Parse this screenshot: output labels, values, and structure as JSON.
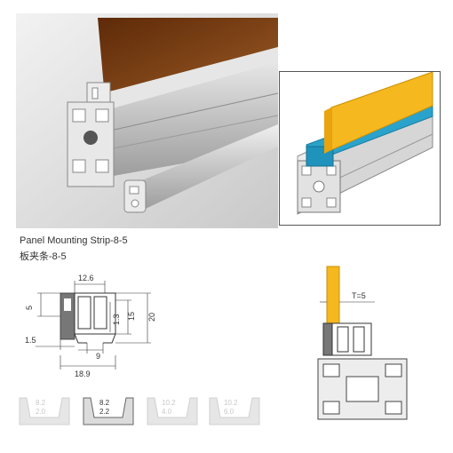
{
  "product": {
    "title_en": "Panel Mounting Strip-8-5",
    "title_cn": "板夹条-8-5"
  },
  "dimensions": {
    "top_width": "12.6",
    "left_height": "5",
    "inner_height": "1.3",
    "mid_height": "15",
    "total_height": "20",
    "left_offset": "1.5",
    "bottom_gap": "9",
    "total_width": "18.9",
    "panel_thickness": "T=5"
  },
  "variants": [
    {
      "slot": "8.2",
      "thickness": "2.0",
      "selected": false
    },
    {
      "slot": "8.2",
      "thickness": "2.2",
      "selected": true
    },
    {
      "slot": "10.2",
      "thickness": "4.0",
      "selected": false
    },
    {
      "slot": "10.2",
      "thickness": "6.0",
      "selected": false
    }
  ],
  "colors": {
    "panel_yellow": "#f6b81f",
    "strip_blue": "#2aa3cc",
    "brown_panel": "#7a3e12",
    "aluminium": "#c9c9c9"
  }
}
